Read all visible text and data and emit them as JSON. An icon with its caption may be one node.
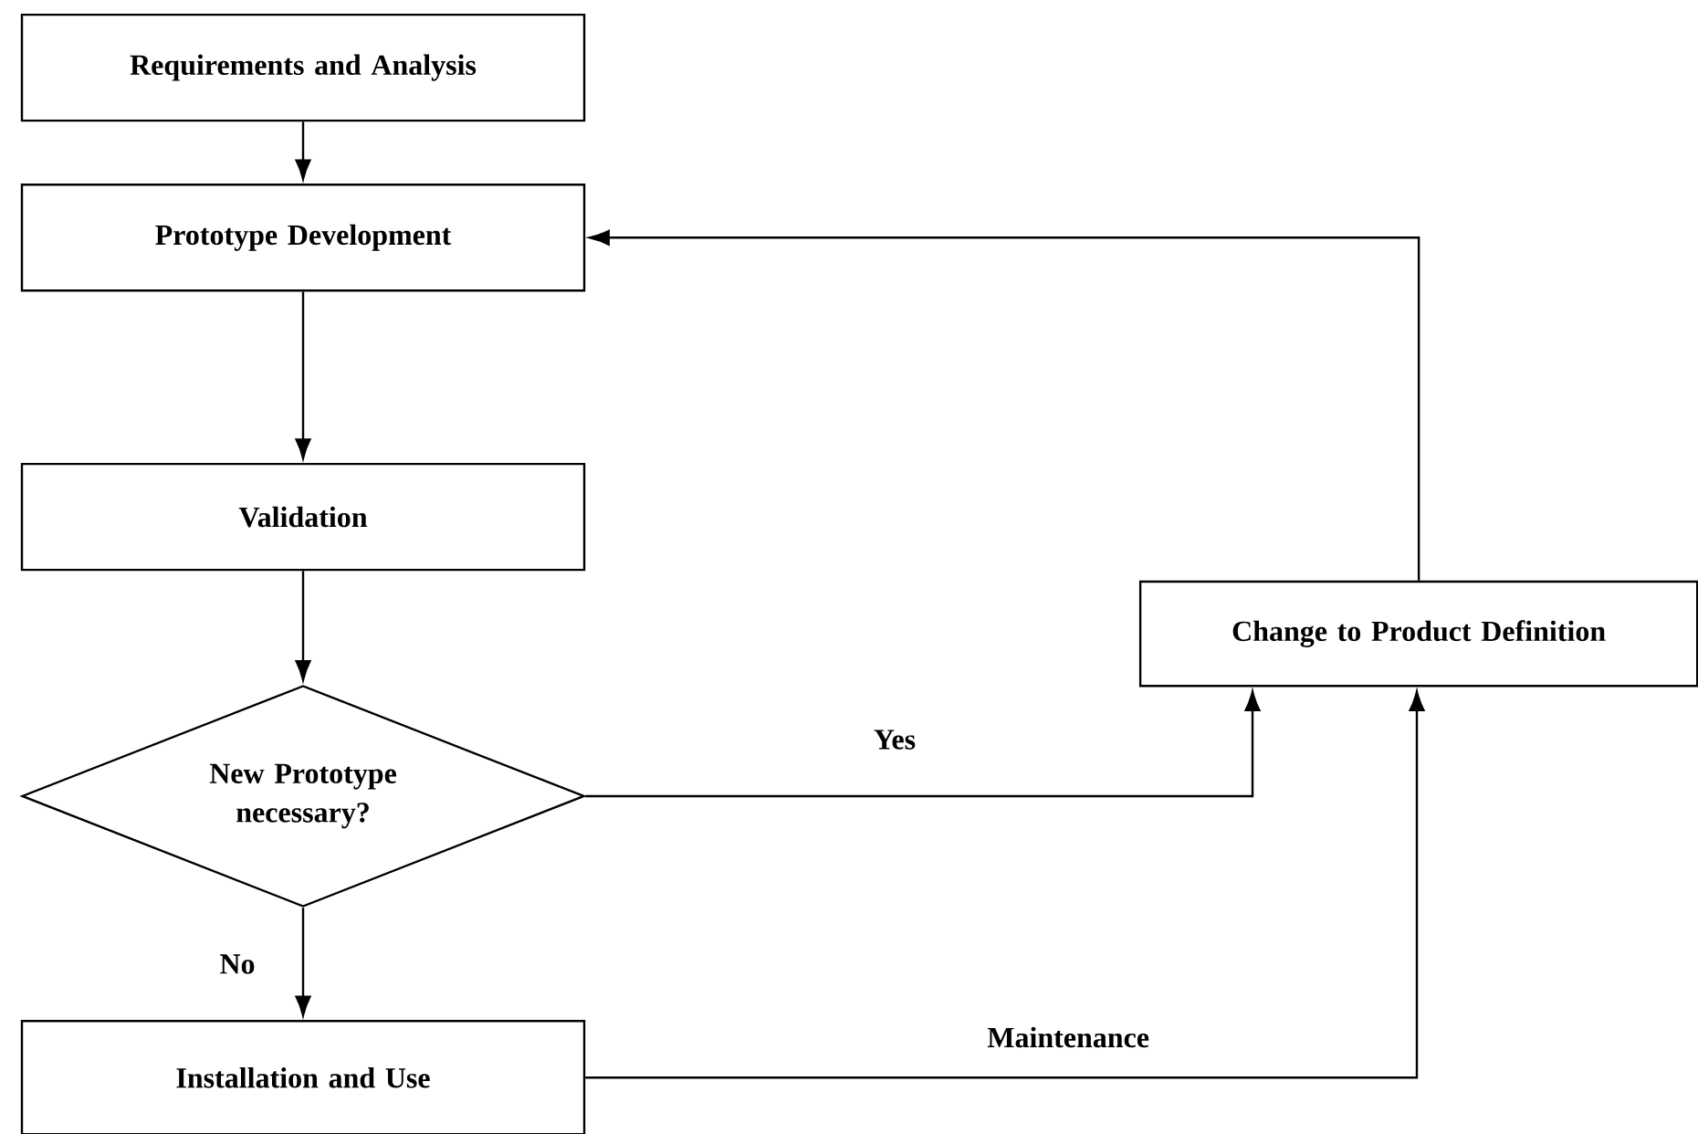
{
  "diagram": {
    "nodes": [
      {
        "text": [
          "Requirements and Analysis"
        ]
      },
      {
        "text": [
          "Prototype Development"
        ]
      },
      {
        "text": [
          "Validation"
        ]
      },
      {
        "text": [
          "New Prototype necessary?"
        ]
      },
      {
        "text": [
          "Installation and Use"
        ]
      },
      {
        "text": [
          "Change to Product Definition"
        ]
      }
    ],
    "edges": [
      {
        "from": 0,
        "to": 1,
        "arrow": "to"
      },
      {
        "from": 1,
        "to": 2,
        "arrow": "to"
      },
      {
        "from": 2,
        "to": 3,
        "arrow": "to"
      },
      {
        "from": 3,
        "to": 4,
        "arrow": "to",
        "label": "No"
      },
      {
        "from": 3,
        "to": 5,
        "arrow": "to",
        "label": "Yes"
      },
      {
        "from": 4,
        "to": 5,
        "arrow": "to",
        "label": "Maintenance"
      },
      {
        "from": 5,
        "to": 1,
        "arrow": "to"
      }
    ]
  }
}
